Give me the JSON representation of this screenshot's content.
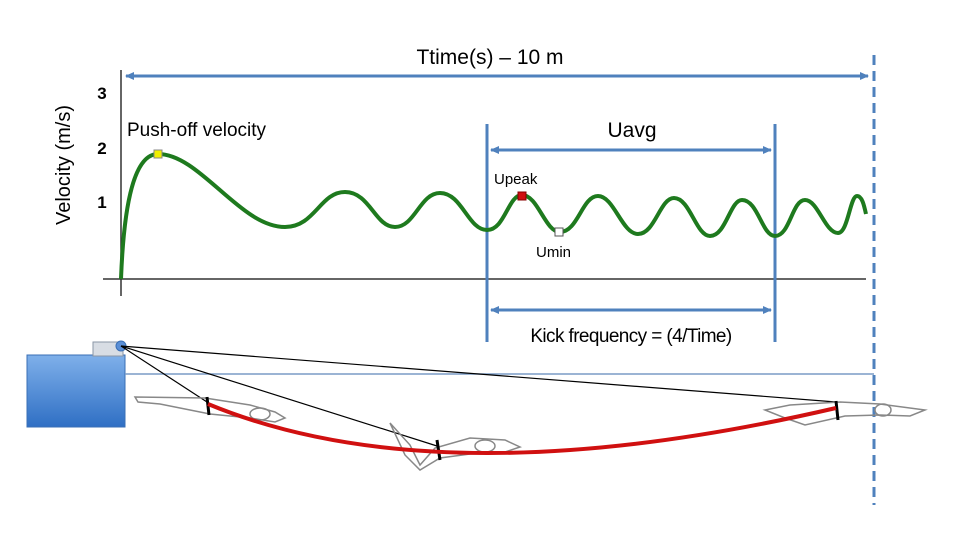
{
  "title": "Ttime(s) – 10 m",
  "y_axis": {
    "label": "Velocity (m/s)",
    "ticks": [
      "3",
      "2",
      "1"
    ]
  },
  "annotations": {
    "push_off": "Push-off velocity",
    "uavg": "Uavg",
    "upeak": "Upeak",
    "umin": "Umin",
    "kick_frequency": "Kick frequency = (4/Time)"
  },
  "colors": {
    "arrow": "#4f81bd",
    "velocity_curve": "#1e7a1e",
    "trajectory": "#d01010",
    "pool": "#4a86d0",
    "push_off_marker": "#f0f000",
    "upeak_marker": "#d01010",
    "umin_marker": "#ffffff"
  }
}
